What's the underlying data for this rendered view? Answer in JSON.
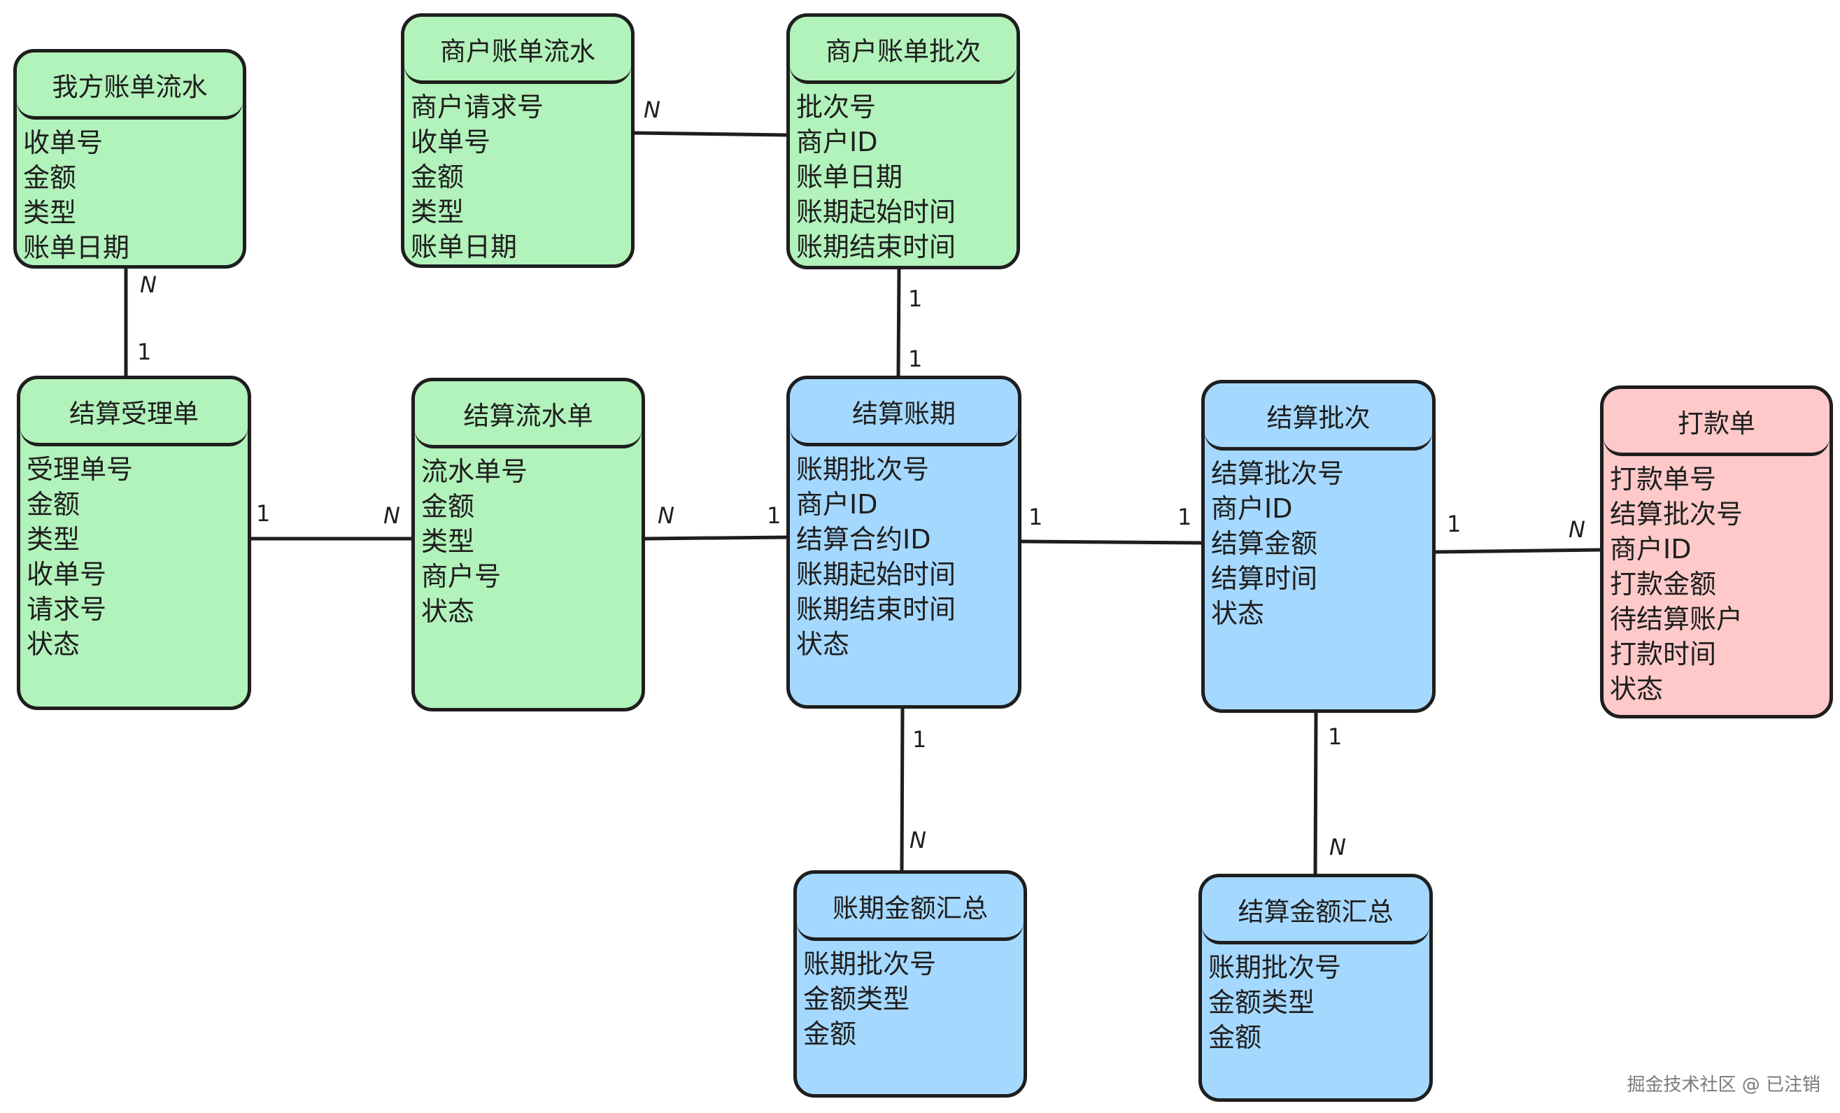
{
  "entities": {
    "ours_bill_flow": {
      "title": "我方账单流水",
      "fields": [
        "收单号",
        "金额",
        "类型",
        "账单日期"
      ],
      "color": "#b2f2bb"
    },
    "merchant_bill_flow": {
      "title": "商户账单流水",
      "fields": [
        "商户请求号",
        "收单号",
        "金额",
        "类型",
        "账单日期"
      ],
      "color": "#b2f2bb"
    },
    "merchant_bill_batch": {
      "title": "商户账单批次",
      "fields": [
        "批次号",
        "商户ID",
        "账单日期",
        "账期起始时间",
        "账期结束时间"
      ],
      "color": "#b2f2bb"
    },
    "settlement_acceptance": {
      "title": "结算受理单",
      "fields": [
        "受理单号",
        "金额",
        "类型",
        "收单号",
        "请求号",
        "状态"
      ],
      "color": "#b2f2bb"
    },
    "settlement_flow": {
      "title": "结算流水单",
      "fields": [
        "流水单号",
        "金额",
        "类型",
        "商户号",
        "状态"
      ],
      "color": "#b2f2bb"
    },
    "settlement_period": {
      "title": "结算账期",
      "fields": [
        "账期批次号",
        "商户ID",
        "结算合约ID",
        "账期起始时间",
        "账期结束时间",
        "状态"
      ],
      "color": "#a5d8ff"
    },
    "settlement_batch": {
      "title": "结算批次",
      "fields": [
        "结算批次号",
        "商户ID",
        "结算金额",
        "结算时间",
        "状态"
      ],
      "color": "#a5d8ff"
    },
    "payment_order": {
      "title": "打款单",
      "fields": [
        "打款单号",
        "结算批次号",
        "商户ID",
        "打款金额",
        "待结算账户",
        "打款时间",
        "状态"
      ],
      "color": "#ffc9c9"
    },
    "period_amount_summary": {
      "title": "账期金额汇总",
      "fields": [
        "账期批次号",
        "金额类型",
        "金额"
      ],
      "color": "#a5d8ff"
    },
    "settle_amount_summary": {
      "title": "结算金额汇总",
      "fields": [
        "账期批次号",
        "金额类型",
        "金额"
      ],
      "color": "#a5d8ff"
    }
  },
  "cardinalities": {
    "ours_acceptance_n": "N",
    "ours_acceptance_1": "1",
    "merchant_flow_batch_n": "N",
    "batch_period_1a": "1",
    "batch_period_1b": "1",
    "acceptance_flow_1": "1",
    "acceptance_flow_n": "N",
    "flow_period_n": "N",
    "flow_period_1": "1",
    "period_batch_1a": "1",
    "period_batch_1b": "1",
    "batch_payment_1": "1",
    "batch_payment_n": "N",
    "period_summary_1": "1",
    "period_summary_n": "N",
    "batch_summary_1": "1",
    "batch_summary_n": "N"
  },
  "watermark": "掘金技术社区 @ 已注销"
}
